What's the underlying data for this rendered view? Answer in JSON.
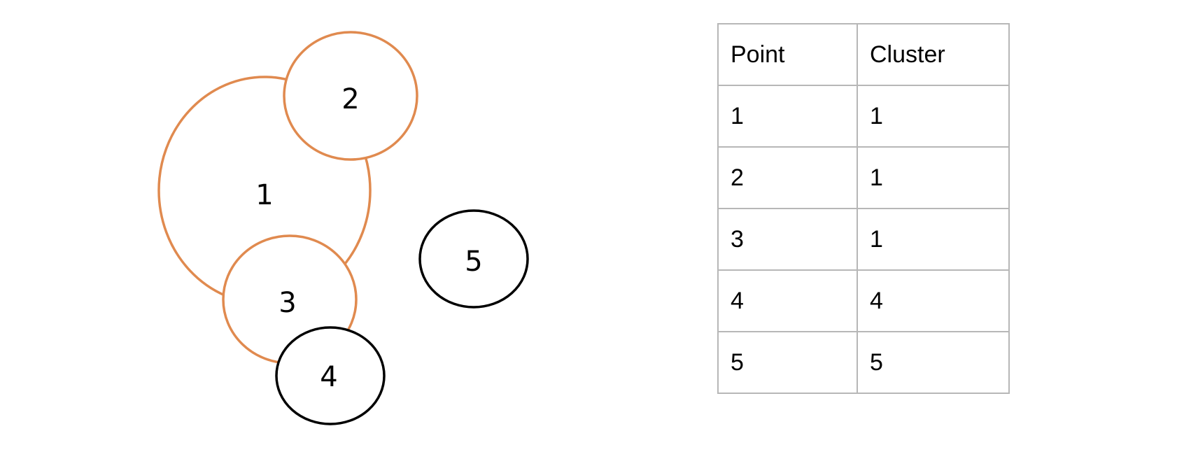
{
  "colors": {
    "merged_cluster": "#e08a4f",
    "singleton": "#000000",
    "table_border": "#b7b7b7"
  },
  "nodes": [
    {
      "id": "1",
      "label": "1",
      "cluster": "merged"
    },
    {
      "id": "2",
      "label": "2",
      "cluster": "merged"
    },
    {
      "id": "3",
      "label": "3",
      "cluster": "merged"
    },
    {
      "id": "4",
      "label": "4",
      "cluster": "singleton"
    },
    {
      "id": "5",
      "label": "5",
      "cluster": "singleton"
    }
  ],
  "table": {
    "headers": [
      "Point",
      "Cluster"
    ],
    "rows": [
      [
        "1",
        "1"
      ],
      [
        "2",
        "1"
      ],
      [
        "3",
        "1"
      ],
      [
        "4",
        "4"
      ],
      [
        "5",
        "5"
      ]
    ]
  }
}
